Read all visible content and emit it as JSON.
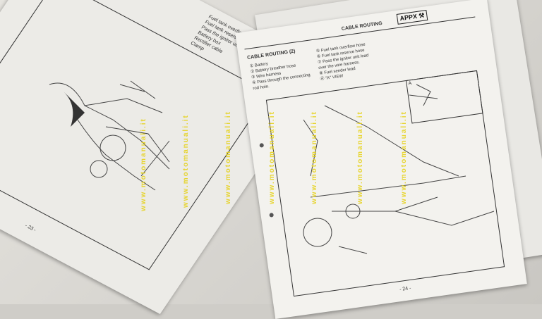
{
  "left_page": {
    "notes": [
      "Fuel tank overflow hose",
      "Fuel tank reserve hose",
      "Pass the ignitor unit lead",
      "Battery box",
      "Rectifier cable",
      "Clamp"
    ],
    "page_number": "- 23 -"
  },
  "right_page": {
    "header": "CABLE ROUTING",
    "badge": "APPX",
    "section_title": "CABLE ROUTING (2)",
    "legend_left": [
      "① Battery",
      "② Battery breather hose",
      "③ Wire harness",
      "④ Pass through the connecting",
      "   rod hole."
    ],
    "legend_right": [
      "⑤ Fuel tank overflow hose",
      "⑥ Fuel tank reserve hose",
      "⑦ Pass the ignitor unit lead",
      "   over the wire harness.",
      "⑧ Fuel sender lead",
      "Ⓐ \"A\" VIEW"
    ],
    "view_label": "A",
    "page_number": "- 24 -"
  },
  "watermark": "www.motomanuali.it"
}
